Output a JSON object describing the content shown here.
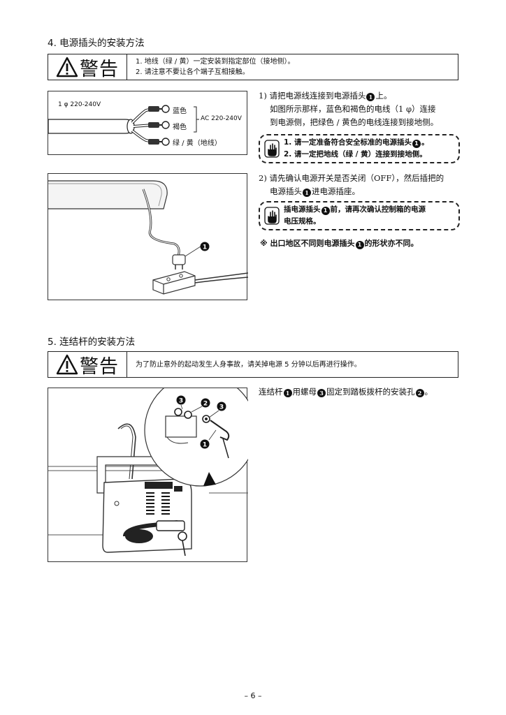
{
  "section4": {
    "title": "4.  电源插头的安装方法",
    "warning_label": "警告",
    "warning_lines": [
      "1.  地线（绿 / 黄）一定安装到指定部位（接地侧）。",
      "2.  请注意不要让各个端子互相接触。"
    ],
    "fig1": {
      "phase_label": "1 φ  220-240V",
      "wire1": "蓝色",
      "wire2": "褐色",
      "wire3": "绿 / 黄（地线）",
      "ac_label": "AC 220-240V"
    },
    "fig2": {
      "callout": "1"
    },
    "step1_line1": "1)  请把电源线连接到电源插头",
    "step1_num": "1",
    "step1_line1_end": "上。",
    "step1_line2": "如图所示那样，蓝色和褐色的电线（1 φ）连接",
    "step1_line3": "到电源侧，把绿色 / 黄色的电线连接到接地侧。",
    "caution1_line1": "1.  请一定准备符合安全标准的电源插头",
    "caution1_line1_end": "。",
    "caution1_line2": "2.  请一定把地线（绿 / 黄）连接到接地侧。",
    "step2_line1": "2)  请先确认电源开关是否关闭（OFF），然后插把的",
    "step2_line2": "电源插头",
    "step2_line2_end": "进电源插座。",
    "caution2_line1": "插电源插头",
    "caution2_line1_end": "前，请再次确认控制箱的电源",
    "caution2_line2": "电压规格。",
    "note": "※ 出口地区不同则电源插头",
    "note_end": "的形状亦不同。",
    "caution_icon_text": "注意"
  },
  "section5": {
    "title": "5.  连结杆的安装方法",
    "warning_label": "警告",
    "warning_line": "为了防止意外的起动发生人身事故，请关掉电源 5 分钟以后再进行操作。",
    "text_a": "连结杆",
    "num1": "1",
    "text_b": "用螺母",
    "num3": "3",
    "text_c": "固定到踏板拨杆的安装孔",
    "num2": "2",
    "text_d": "。",
    "fig_callouts": [
      "3",
      "2",
      "3",
      "1"
    ]
  },
  "page_number": "– 6 –"
}
